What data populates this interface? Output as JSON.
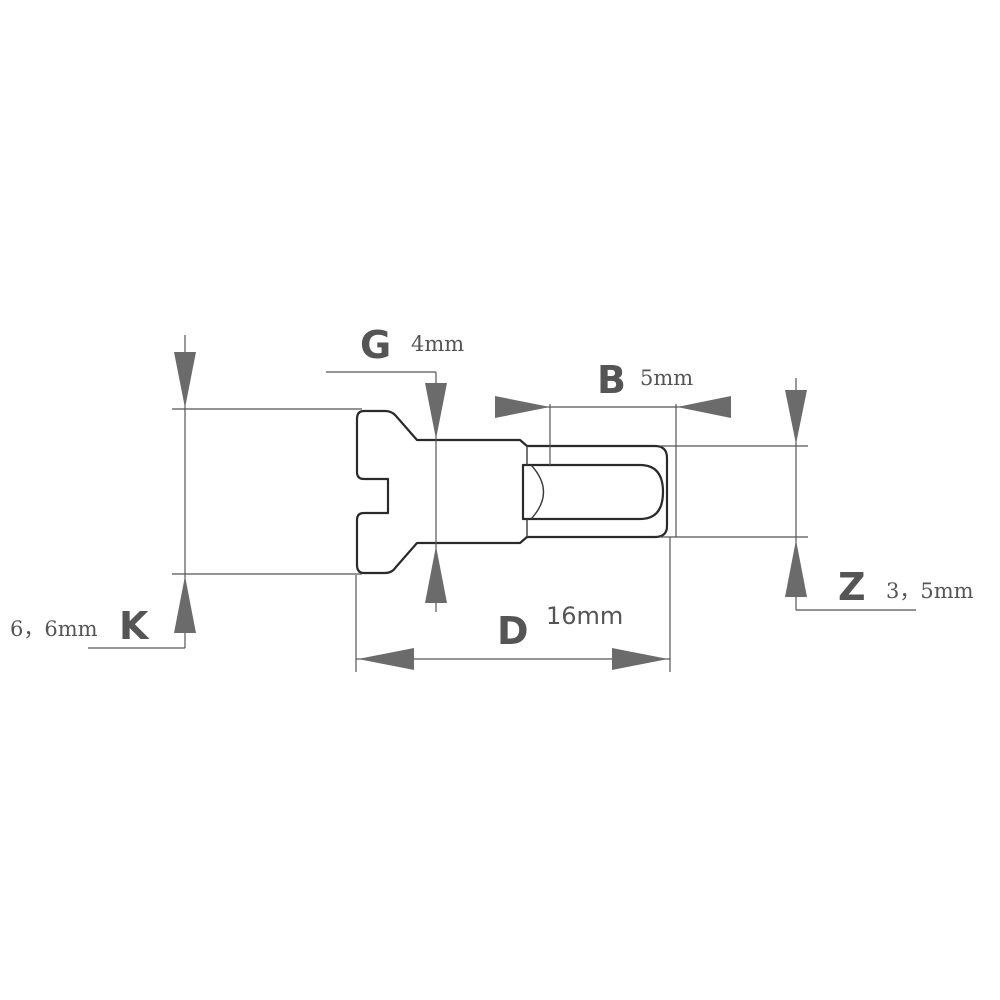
{
  "dimensions": {
    "K": {
      "letter": "K",
      "value": "6，6mm"
    },
    "G": {
      "letter": "G",
      "value": "4mm"
    },
    "B": {
      "letter": "B",
      "value": "5mm"
    },
    "Z": {
      "letter": "Z",
      "value": "3，5mm"
    },
    "D": {
      "letter": "D",
      "value": "16mm"
    }
  }
}
